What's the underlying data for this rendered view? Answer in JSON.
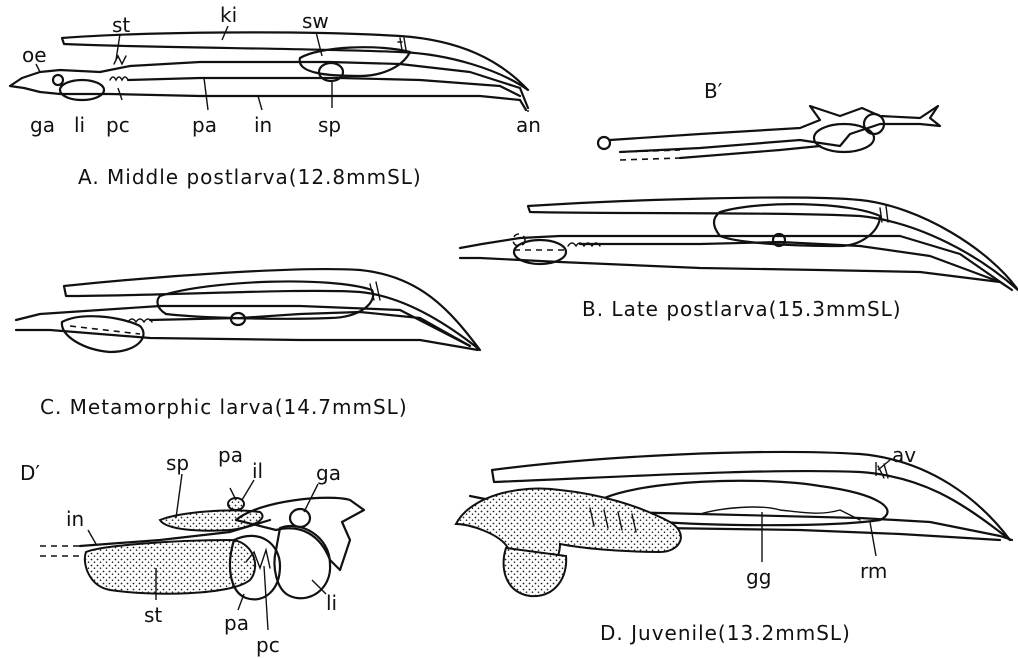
{
  "panels": {
    "A": {
      "caption": "A. Middle postlarva(12.8mmSL)",
      "labels": {
        "oe": "oe",
        "st": "st",
        "ki": "ki",
        "sw": "sw",
        "ga": "ga",
        "li": "li",
        "pc": "pc",
        "pa": "pa",
        "in": "in",
        "sp": "sp",
        "an": "an"
      }
    },
    "B_prime": {
      "title": "B′"
    },
    "B": {
      "caption": "B. Late postlarva(15.3mmSL)"
    },
    "C": {
      "caption": "C. Metamorphic larva(14.7mmSL)"
    },
    "D_prime": {
      "title": "D′",
      "labels": {
        "in": "in",
        "sp": "sp",
        "pa": "pa",
        "il": "il",
        "ga": "ga",
        "st": "st",
        "pa2": "pa",
        "pc": "pc",
        "li": "li"
      }
    },
    "D": {
      "caption": "D. Juvenile(13.2mmSL)",
      "labels": {
        "av": "av",
        "gg": "gg",
        "rm": "rm"
      }
    }
  }
}
